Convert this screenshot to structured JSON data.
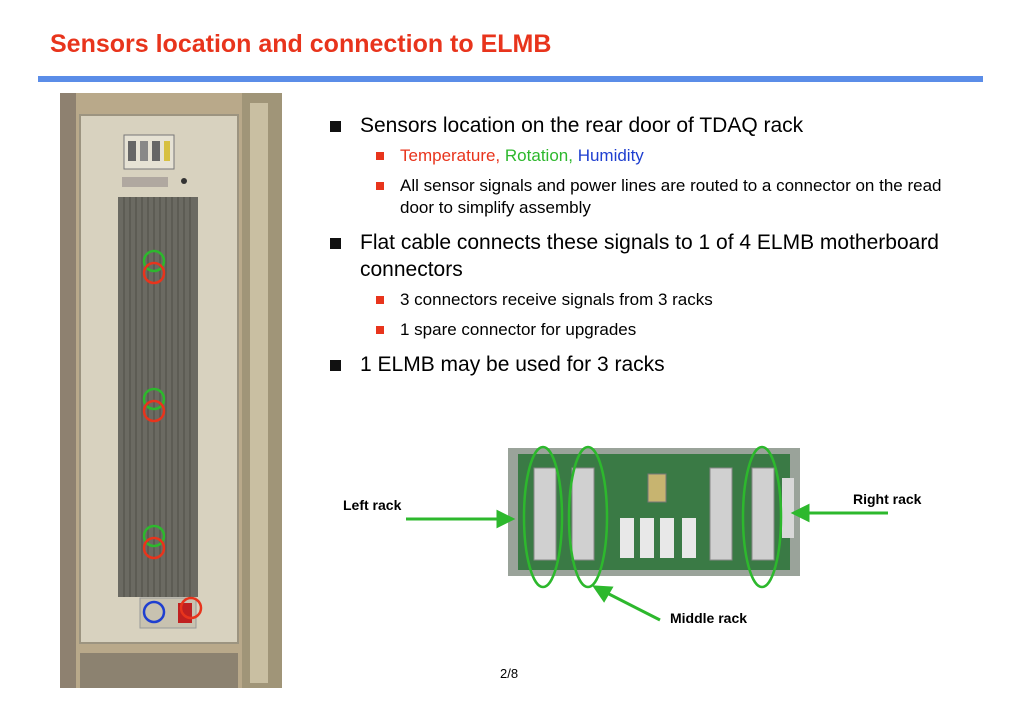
{
  "slide": {
    "title": "Sensors location and connection to ELMB",
    "page": "2/8",
    "accent_color": "#e8341c",
    "rule_color": "#5b8de8"
  },
  "bullets": {
    "b1": "Sensors location on the rear door of TDAQ rack",
    "b1_sub1": {
      "temperature": "Temperature,",
      "rotation": "Rotation,",
      "humidity": "Humidity"
    },
    "b1_sub2": "All sensor signals and power lines are routed to a connector on the read door to simplify assembly",
    "b2": "Flat cable connects these signals to 1 of 4 ELMB motherboard connectors",
    "b2_sub1": "3 connectors receive signals from 3 racks",
    "b2_sub2": "1 spare connector for upgrades",
    "b3": "1 ELMB may be used for 3 racks"
  },
  "labels": {
    "left_rack": "Left rack",
    "right_rack": "Right rack",
    "middle_rack": "Middle rack"
  },
  "colors": {
    "temperature": "#e8341c",
    "rotation": "#2db82d",
    "humidity": "#1f3fd0"
  }
}
